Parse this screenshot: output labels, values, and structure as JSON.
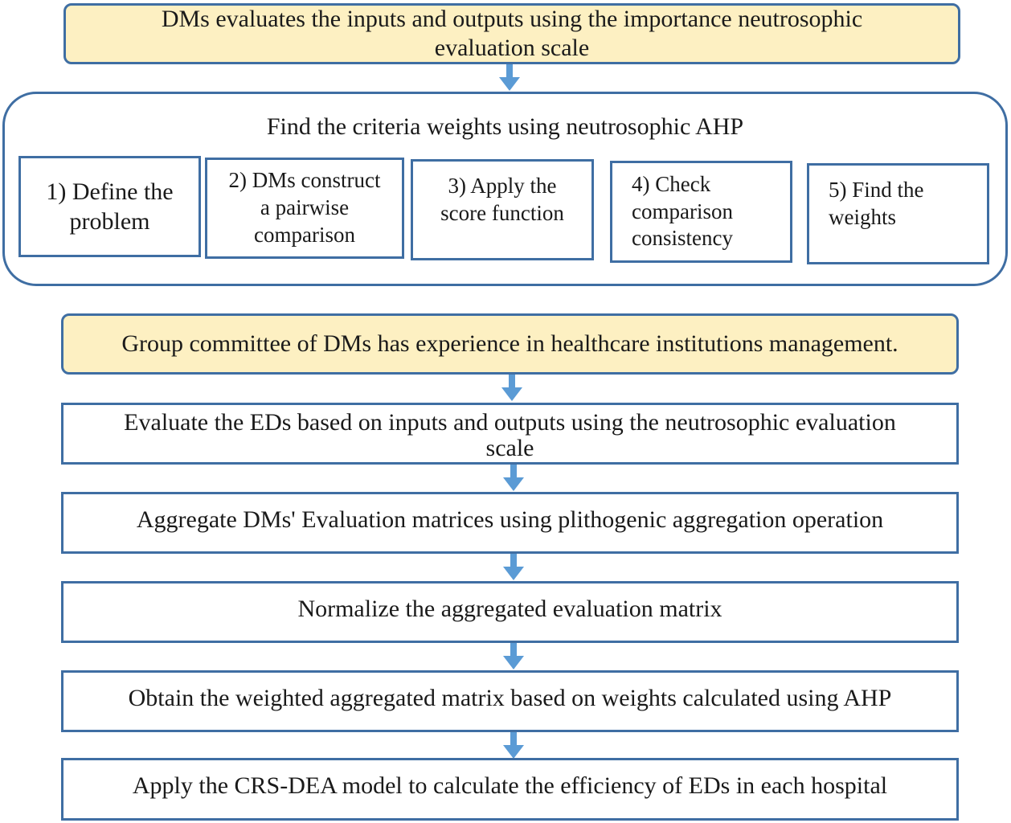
{
  "top_box": {
    "text": "DMs evaluates the inputs and outputs using the importance neutrosophic\nevaluation scale"
  },
  "ahp_group": {
    "title": "Find the criteria weights using neutrosophic AHP",
    "steps": [
      {
        "text": "1) Define the\nproblem"
      },
      {
        "text": "2) DMs construct\na pairwise\ncomparison"
      },
      {
        "text": "3) Apply the\nscore function"
      },
      {
        "text": "4) Check\ncomparison\nconsistency"
      },
      {
        "text": "5) Find the\nweights"
      }
    ]
  },
  "committee_box": {
    "text": "Group committee of DMs has experience in healthcare institutions management."
  },
  "flow_steps": [
    {
      "text": "Evaluate the EDs based on inputs and outputs using the neutrosophic evaluation\nscale"
    },
    {
      "text": "Aggregate DMs' Evaluation matrices using plithogenic aggregation  operation"
    },
    {
      "text": "Normalize the aggregated evaluation matrix"
    },
    {
      "text": "Obtain the weighted aggregated matrix based on weights calculated  using AHP"
    },
    {
      "text": "Apply the CRS-DEA model to calculate the efficiency of EDs in each hospital"
    }
  ],
  "colors": {
    "border": "#3f6ea3",
    "highlight_fill": "#fdf0c2",
    "arrow": "#5b9bd5"
  }
}
